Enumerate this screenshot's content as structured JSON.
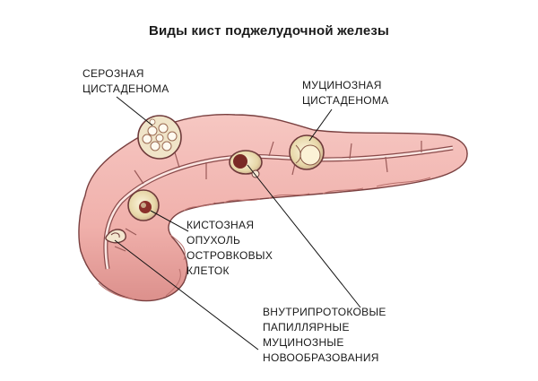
{
  "title": "Виды кист поджелудочной железы",
  "labels": {
    "serous": [
      "СЕРОЗНАЯ",
      "ЦИСТАДЕНОМА"
    ],
    "mucinous": [
      "МУЦИНОЗНАЯ",
      "ЦИСТАДЕНОМА"
    ],
    "islet": [
      "КИСТОЗНАЯ",
      "ОПУХОЛЬ",
      "ОСТРОВКОВЫХ",
      "КЛЕТОК"
    ],
    "ipmn": [
      "ВНУТРИПРОТОКОВЫЕ",
      "ПАПИЛЛЯРНЫЕ",
      "МУЦИНОЗНЫЕ",
      "НОВООБРАЗОВАНИЯ"
    ]
  },
  "colors": {
    "tissue": "#f2b5b0",
    "tissue_dark": "#d98a86",
    "outline": "#6e3a3a",
    "duct": "#f9e0dc",
    "cyst": "#e9ddb8",
    "cyst_dark": "#8a2f2a"
  }
}
